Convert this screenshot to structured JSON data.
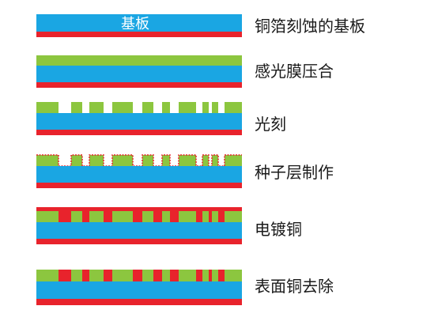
{
  "colors": {
    "substrate": "#1aa6e3",
    "copper": "#e8232c",
    "photoresist": "#8cc63f",
    "background": "#ffffff"
  },
  "steps": [
    {
      "label": "铜箔刻蚀的基板",
      "inner_text": "基板"
    },
    {
      "label": "感光膜压合"
    },
    {
      "label": "光刻"
    },
    {
      "label": "种子层制作"
    },
    {
      "label": "电镀铜"
    },
    {
      "label": "表面铜去除"
    }
  ]
}
